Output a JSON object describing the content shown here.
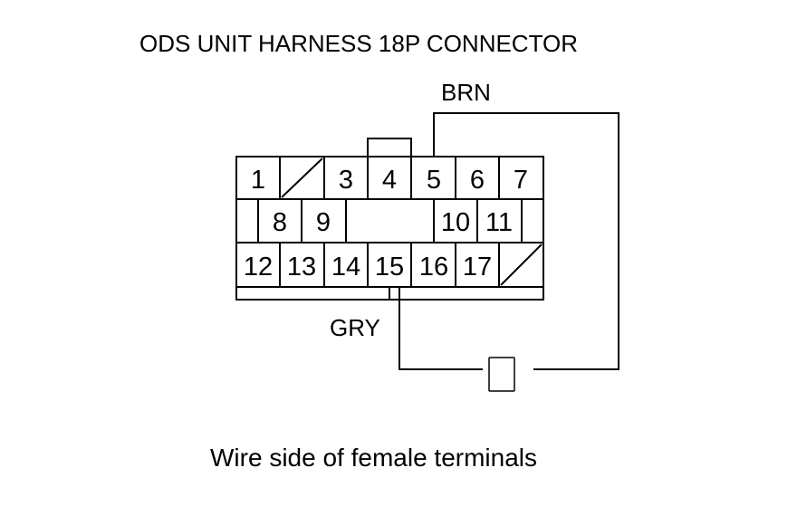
{
  "title": "ODS UNIT HARNESS 18P CONNECTOR",
  "caption": "Wire side of female terminals",
  "wires": {
    "top": "BRN",
    "bottom": "GRY"
  },
  "connector": {
    "rows": [
      [
        "1",
        "",
        "3",
        "4",
        "5",
        "6",
        "7"
      ],
      [
        "",
        "8",
        "9",
        "",
        "",
        "10",
        "11",
        ""
      ],
      [
        "12",
        "13",
        "14",
        "15",
        "16",
        "17",
        ""
      ]
    ]
  }
}
